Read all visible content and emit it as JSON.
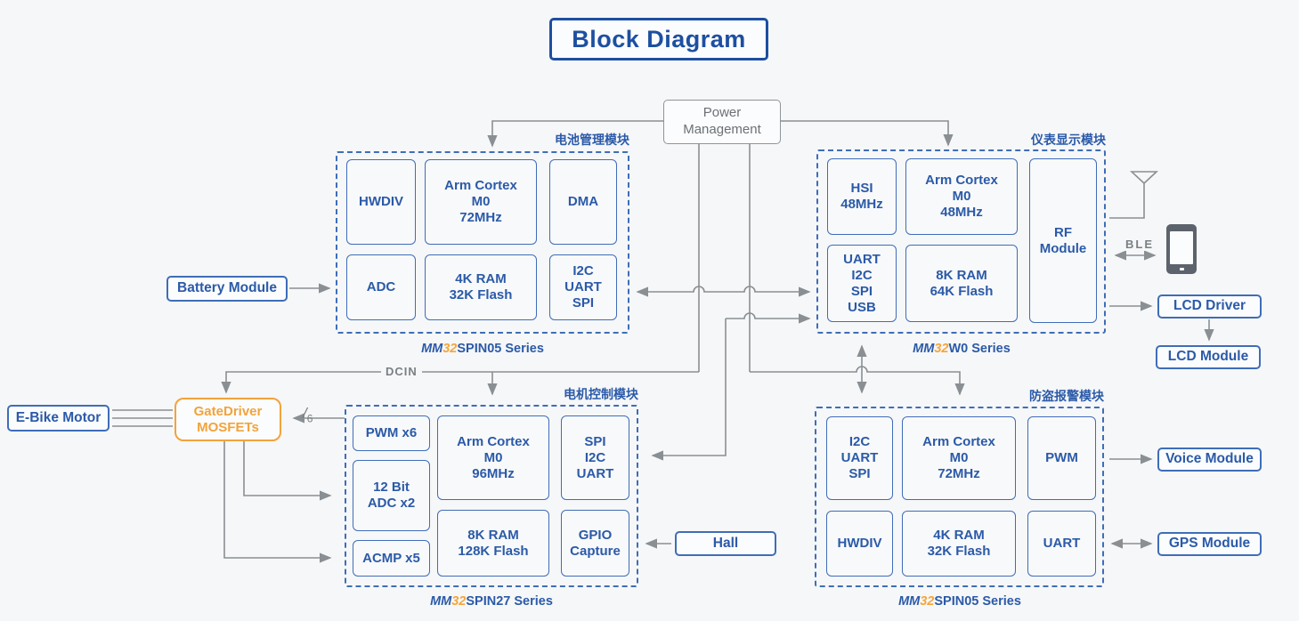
{
  "title": "Block Diagram",
  "power_management": "Power\nManagement",
  "connection_labels": {
    "dcin": "DCIN",
    "ble": "BLE",
    "six_slash": "/",
    "six_sub": "6"
  },
  "peripherals": {
    "battery": "Battery Module",
    "ebike_motor": "E-Bike Motor",
    "gatedriver": "GateDriver\nMOSFETs",
    "hall": "Hall",
    "lcd_driver": "LCD Driver",
    "lcd_module": "LCD Module",
    "voice": "Voice Module",
    "gps": "GPS Module"
  },
  "modules": [
    {
      "cn": "电池管理模块",
      "series": {
        "mm": "MM",
        "num": "32",
        "rest": "SPIN05 Series"
      },
      "cells": [
        "HWDIV",
        "Arm Cortex\nM0\n72MHz",
        "DMA",
        "ADC",
        "4K RAM\n32K Flash",
        "I2C\nUART\nSPI"
      ]
    },
    {
      "cn": "仪表显示模块",
      "series": {
        "mm": "MM",
        "num": "32",
        "rest": "W0 Series"
      },
      "cells": [
        "HSI\n48MHz",
        "Arm Cortex\nM0\n48MHz",
        "RF\nModule",
        "UART\nI2C\nSPI\nUSB",
        "8K RAM\n64K Flash"
      ]
    },
    {
      "cn": "电机控制模块",
      "series": {
        "mm": "MM",
        "num": "32",
        "rest": "SPIN27 Series"
      },
      "cells": [
        "PWM x6",
        "12 Bit\nADC x2",
        "ACMP x5",
        "Arm Cortex\nM0\n96MHz",
        "SPI\nI2C\nUART",
        "8K RAM\n128K Flash",
        "GPIO\nCapture"
      ]
    },
    {
      "cn": "防盗报警模块",
      "series": {
        "mm": "MM",
        "num": "32",
        "rest": "SPIN05 Series"
      },
      "cells": [
        "I2C\nUART\nSPI",
        "Arm Cortex\nM0\n72MHz",
        "PWM",
        "HWDIV",
        "4K RAM\n32K Flash",
        "UART"
      ]
    }
  ],
  "colors": {
    "blue_text": "#2b5aa8",
    "blue_border": "#3f6db8",
    "title_blue": "#1d4fa1",
    "orange": "#f2a33c",
    "wire_gray": "#8a8f93",
    "background": "#f6f7f8"
  }
}
